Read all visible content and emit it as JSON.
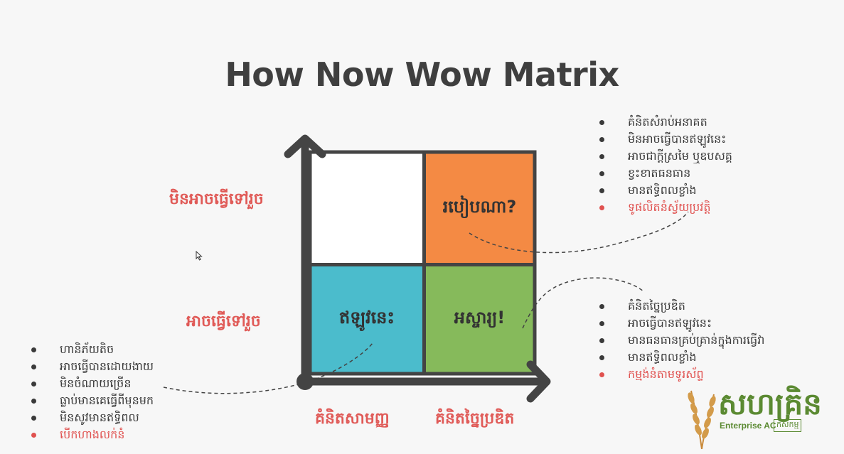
{
  "title": "How Now Wow Matrix",
  "quadrants": {
    "top_left": {
      "label": "",
      "color": "#ffffff"
    },
    "top_right": {
      "label": "របៀបណា?",
      "color": "#f48a44"
    },
    "bottom_left": {
      "label": "ឥឡូវនេះ",
      "color": "#4bbccc"
    },
    "bottom_right": {
      "label": "អស្ចារ្យ!",
      "color": "#86ba5b"
    }
  },
  "y_axis_labels": {
    "top": "មិនអាចធ្វើទៅរួច",
    "bottom": "អាចធ្វើទៅរួច"
  },
  "x_axis_labels": {
    "left": "គំនិតសាមញ្ញ",
    "right": "គំនិតច្នៃប្រឌិត"
  },
  "lists": {
    "how": {
      "items": [
        "គំនិតសំរាប់អនាគត",
        "មិនអាចធ្វើបានឥឡូវនេះ",
        "អាចជាក្តីស្រមៃ ឬឧបសគ្គ",
        "ខ្វះខាតធនធាន",
        "មានឥទ្ធិពលខ្លាំង"
      ],
      "highlight": "ទូផលិតនំស្វ័យប្រវត្តិ"
    },
    "wow": {
      "items": [
        "គំនិតច្នៃប្រឌិត",
        "អាចធ្វើបានឥឡូវនេះ",
        "មានធនធានគ្រប់គ្រាន់ក្នុងការធ្វើវា",
        "មានឥទ្ធិពលខ្លាំង"
      ],
      "highlight": "កម្មង់នំតាមទូរស័ព្ទ"
    },
    "now": {
      "items": [
        "ហានិភ័យតិច",
        "អាចធ្វើបានដោយងាយ",
        "មិនចំណាយច្រើន",
        "ធ្លាប់មានគេធ្វើពីមុនមក",
        "មិនសូវមានឥទ្ធិពល"
      ],
      "highlight": "បើកហាងលក់នំ"
    }
  },
  "logo": {
    "main": "សហគ្រិន",
    "sub": "Enterprise AC",
    "tag": "កសិកម្ម"
  },
  "colors": {
    "axis": "#444444",
    "accent": "#e05a57",
    "bullet": "#3a3a3a",
    "brand": "#5b8a32"
  }
}
